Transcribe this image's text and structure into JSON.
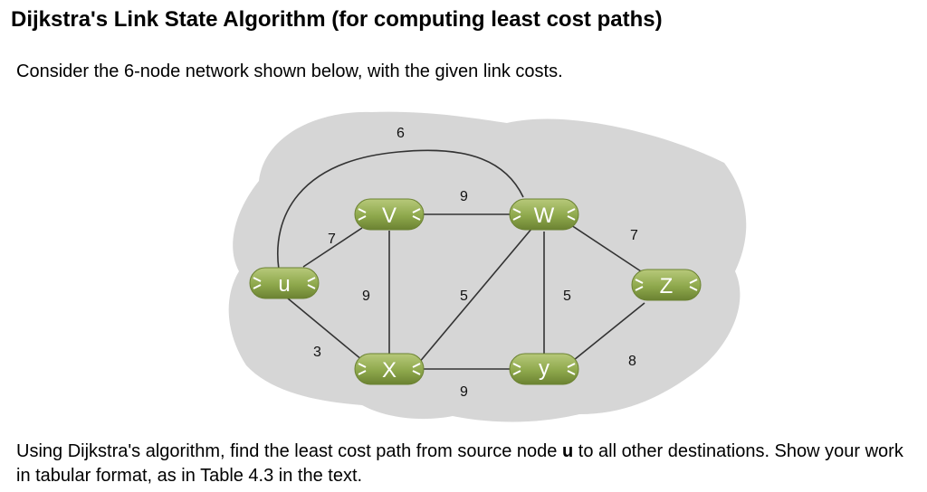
{
  "title": "Dijkstra's Link State Algorithm (for computing least cost paths)",
  "intro": "Consider the 6-node network shown below, with the given link costs.",
  "task": {
    "part1": "Using Dijkstra's algorithm, find the least cost path from source node ",
    "source": "u",
    "part2": " to all other destinations. Show your work in tabular format, as in Table 4.3 in the text."
  },
  "colors": {
    "cloud": "#d6d6d6",
    "router": "#8ea84c",
    "router_light": "#b7c97a",
    "router_dark": "#6b8232",
    "link": "#333333"
  },
  "nodes": [
    {
      "id": "u",
      "label": "u"
    },
    {
      "id": "v",
      "label": "V"
    },
    {
      "id": "w",
      "label": "W"
    },
    {
      "id": "x",
      "label": "X"
    },
    {
      "id": "y",
      "label": "y"
    },
    {
      "id": "z",
      "label": "Z"
    }
  ],
  "links": [
    {
      "from": "u",
      "to": "w",
      "cost": "6"
    },
    {
      "from": "v",
      "to": "w",
      "cost": "9"
    },
    {
      "from": "u",
      "to": "v",
      "cost": "7"
    },
    {
      "from": "w",
      "to": "z",
      "cost": "7"
    },
    {
      "from": "v",
      "to": "x",
      "cost": "9"
    },
    {
      "from": "x",
      "to": "w",
      "cost": "5"
    },
    {
      "from": "w",
      "to": "y",
      "cost": "5"
    },
    {
      "from": "u",
      "to": "x",
      "cost": "3"
    },
    {
      "from": "y",
      "to": "z",
      "cost": "8"
    },
    {
      "from": "x",
      "to": "y",
      "cost": "9"
    }
  ]
}
